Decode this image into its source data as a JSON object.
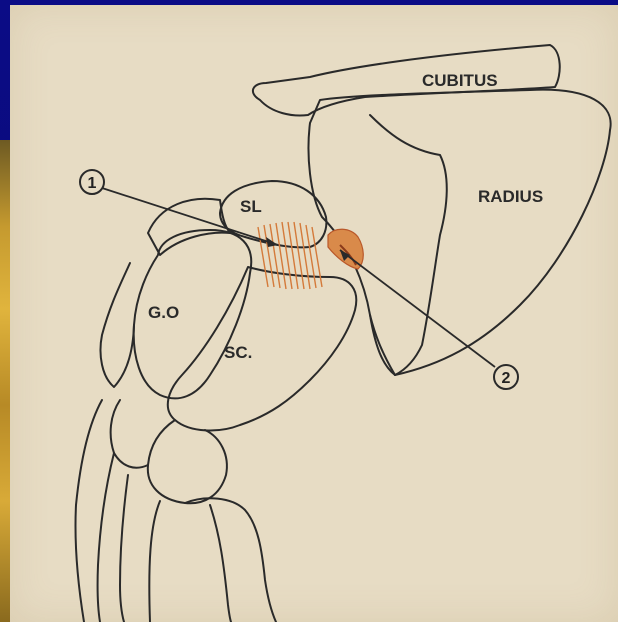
{
  "labels": {
    "cubitus": "CUBITUS",
    "radius": "RADIUS",
    "sl": "SL",
    "go": "G.O",
    "sc": "SC."
  },
  "callouts": {
    "one": "1",
    "two": "2"
  },
  "colors": {
    "slide_background": "#0a0a7a",
    "paper": "#e7dcc4",
    "ink": "#2a2a2a",
    "ligament_highlight": "#d98a4a",
    "ligament_dark": "#b9582a"
  }
}
